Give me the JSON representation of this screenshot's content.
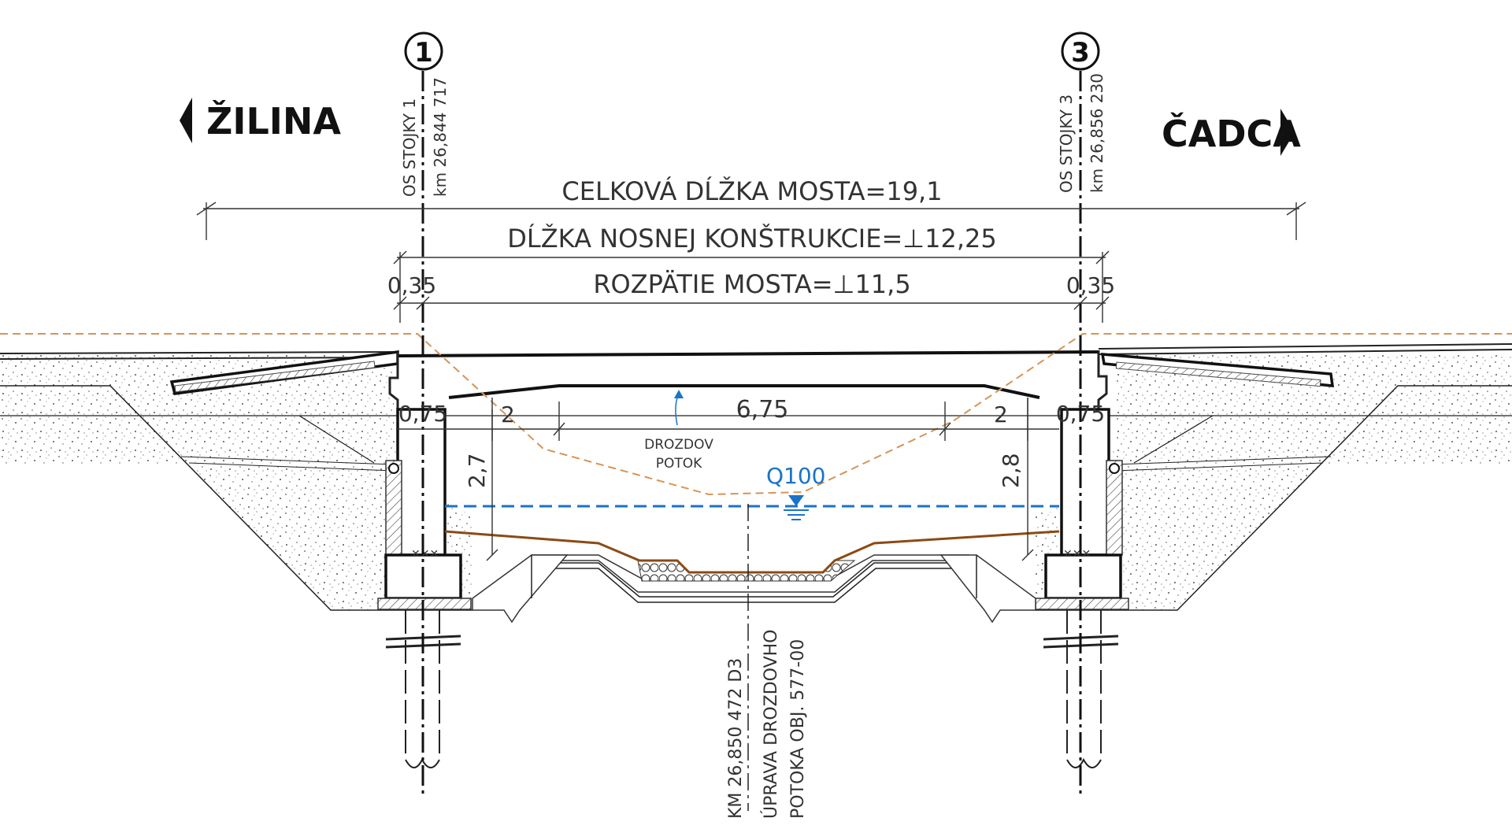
{
  "directions": {
    "left": "ŽILINA",
    "right": "ČADCA"
  },
  "supports": {
    "left": {
      "number": "1",
      "label": "OS STOJKY 1",
      "station": "km 26,844 717"
    },
    "right": {
      "number": "3",
      "label": "OS STOJKY 3",
      "station": "km 26,856 230"
    }
  },
  "dimensions": {
    "total_length": "CELKOVÁ DĹŽKA MOSTA=19,1",
    "superstructure_length": "DĹŽKA NOSNEJ KONŠTRUKCIE=⊥12,25",
    "span": "ROZPÄTIE MOSTA=⊥11,5",
    "left_offset": "0,35",
    "right_offset": "0,35",
    "left_wall": "0,75",
    "right_wall": "0,75",
    "bank_left": "2",
    "bank_right": "2",
    "channel_width": "6,75",
    "left_height": "2,7",
    "right_height": "2,8"
  },
  "stream": {
    "name_line1": "DROZDOV",
    "name_line2": "POTOK",
    "flood_level": "Q100"
  },
  "channel_note": {
    "line1": "KM 26,850 472 D3",
    "line2": "ÚPRAVA DROZDOVHO",
    "line3": "POTOKA OBJ. 577-00"
  },
  "colors": {
    "water": "#1a73c9",
    "terrain": "#d4955a",
    "riverbed": "#8b4a14",
    "line": "#111111"
  }
}
